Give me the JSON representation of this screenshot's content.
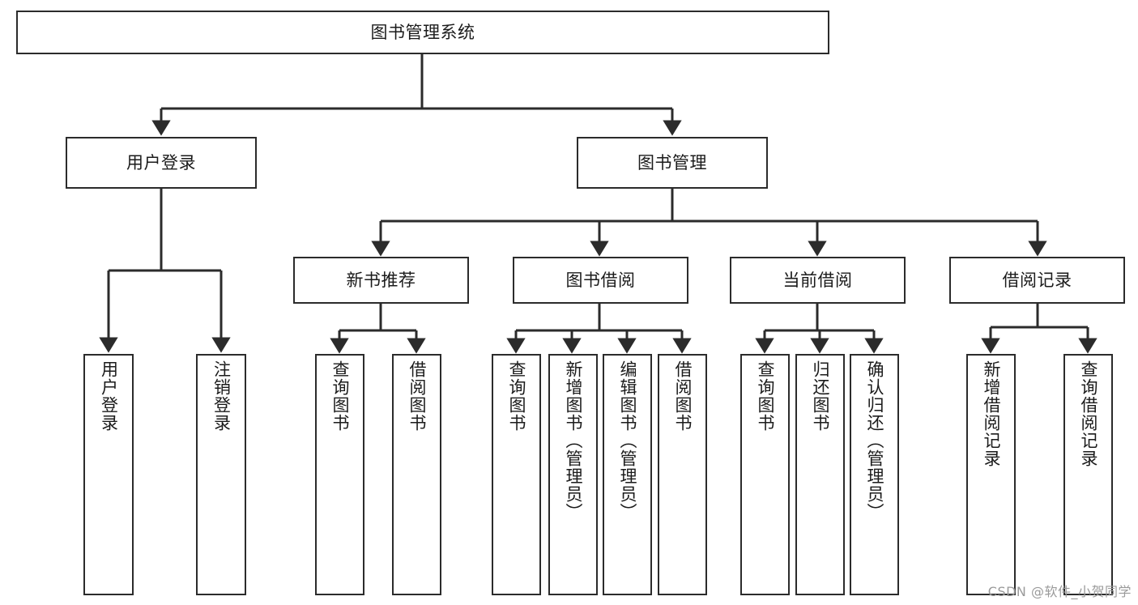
{
  "diagram": {
    "title": "图书管理系统",
    "type": "功能结构图",
    "watermark": "CSDN @软件_小贺同学",
    "colors": {
      "stroke": "#2b2b2b",
      "fill": "#ffffff",
      "text": "#1b1b1b",
      "watermark": "#9a9a9a"
    },
    "nodes": {
      "root": {
        "label": "图书管理系统"
      },
      "level2": [
        {
          "id": "user-login",
          "label": "用户登录"
        },
        {
          "id": "book-manage",
          "label": "图书管理"
        }
      ],
      "level3": [
        {
          "id": "new-book-recommend",
          "label": "新书推荐"
        },
        {
          "id": "book-borrow",
          "label": "图书借阅"
        },
        {
          "id": "current-borrow",
          "label": "当前借阅"
        },
        {
          "id": "borrow-record",
          "label": "借阅记录"
        }
      ],
      "leaves": {
        "user-login": [
          {
            "id": "leaf-user-login",
            "label": "用户登录"
          },
          {
            "id": "leaf-user-logout",
            "label": "注销登录"
          }
        ],
        "new-book-recommend": [
          {
            "id": "leaf-query-book-1",
            "label": "查询图书"
          },
          {
            "id": "leaf-borrow-book-1",
            "label": "借阅图书"
          }
        ],
        "book-borrow": [
          {
            "id": "leaf-query-book-2",
            "label": "查询图书"
          },
          {
            "id": "leaf-add-book",
            "label": "新增图书（管理员）"
          },
          {
            "id": "leaf-edit-book",
            "label": "编辑图书（管理员）"
          },
          {
            "id": "leaf-borrow-book-2",
            "label": "借阅图书"
          }
        ],
        "current-borrow": [
          {
            "id": "leaf-query-book-3",
            "label": "查询图书"
          },
          {
            "id": "leaf-return-book",
            "label": "归还图书"
          },
          {
            "id": "leaf-confirm-return",
            "label": "确认归还（管理员）"
          }
        ],
        "borrow-record": [
          {
            "id": "leaf-add-record",
            "label": "新增借阅记录"
          },
          {
            "id": "leaf-query-record",
            "label": "查询借阅记录"
          }
        ]
      }
    }
  }
}
